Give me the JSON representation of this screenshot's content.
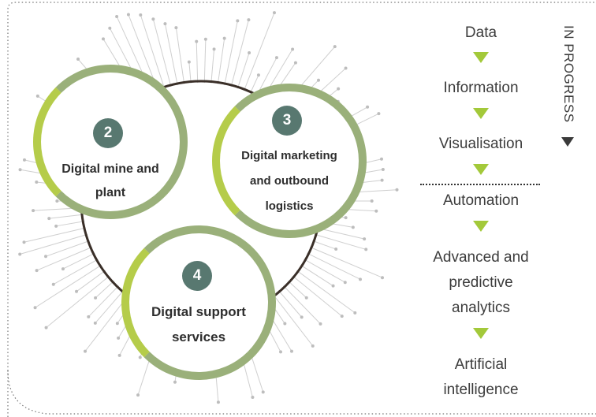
{
  "pillars": [
    {
      "number": "2",
      "label_line1": "Digital mine and",
      "label_line2": "plant"
    },
    {
      "number": "3",
      "label_line1": "Digital marketing",
      "label_line2": "and outbound",
      "label_line3": "logistics"
    },
    {
      "number": "4",
      "label_line1": "Digital support",
      "label_line2": "services"
    }
  ],
  "steps": [
    "Data",
    "Information",
    "Visualisation",
    "Automation",
    "Advanced and",
    "predictive",
    "analytics",
    "Artificial",
    "intelligence"
  ],
  "progress_label": "IN PROGRESS",
  "colors": {
    "ring_green": "#9ab07a",
    "ring_accent": "#b5cc4a",
    "badge": "#587870",
    "arrow": "#a3c93a",
    "core_ring": "#3a2f28"
  }
}
